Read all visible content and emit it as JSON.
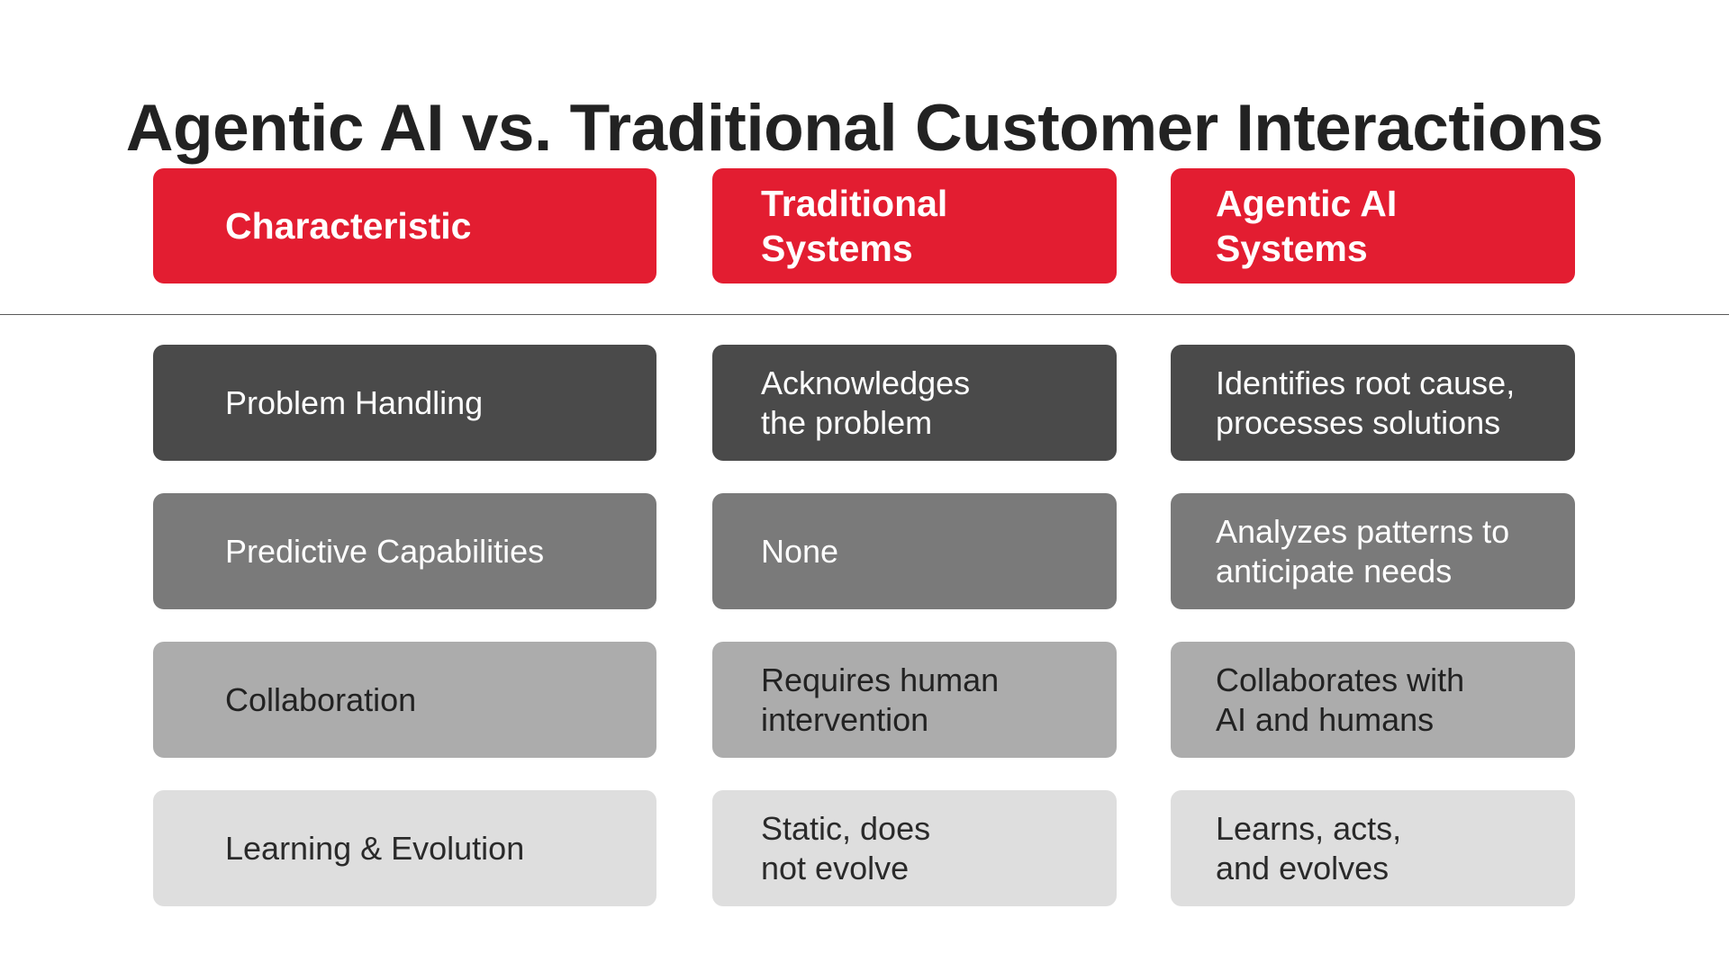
{
  "title": "Agentic AI vs. Traditional Customer Interactions",
  "colors": {
    "header_red": "#E31D31",
    "row1": "#4A4A4A",
    "row2": "#7A7A7A",
    "row3": "#ACACAC",
    "row4": "#DEDEDE"
  },
  "table": {
    "headers": [
      "Characteristic",
      "Traditional\nSystems",
      "Agentic AI\nSystems"
    ],
    "rows": [
      {
        "characteristic": "Problem Handling",
        "traditional": "Acknowledges\nthe problem",
        "agentic": "Identifies root cause,\nprocesses solutions"
      },
      {
        "characteristic": "Predictive Capabilities",
        "traditional": "None",
        "agentic": "Analyzes patterns to\nanticipate needs"
      },
      {
        "characteristic": "Collaboration",
        "traditional": "Requires human\nintervention",
        "agentic": "Collaborates with\nAI and humans"
      },
      {
        "characteristic": "Learning & Evolution",
        "traditional": "Static, does\nnot evolve",
        "agentic": "Learns, acts,\nand evolves"
      }
    ]
  }
}
